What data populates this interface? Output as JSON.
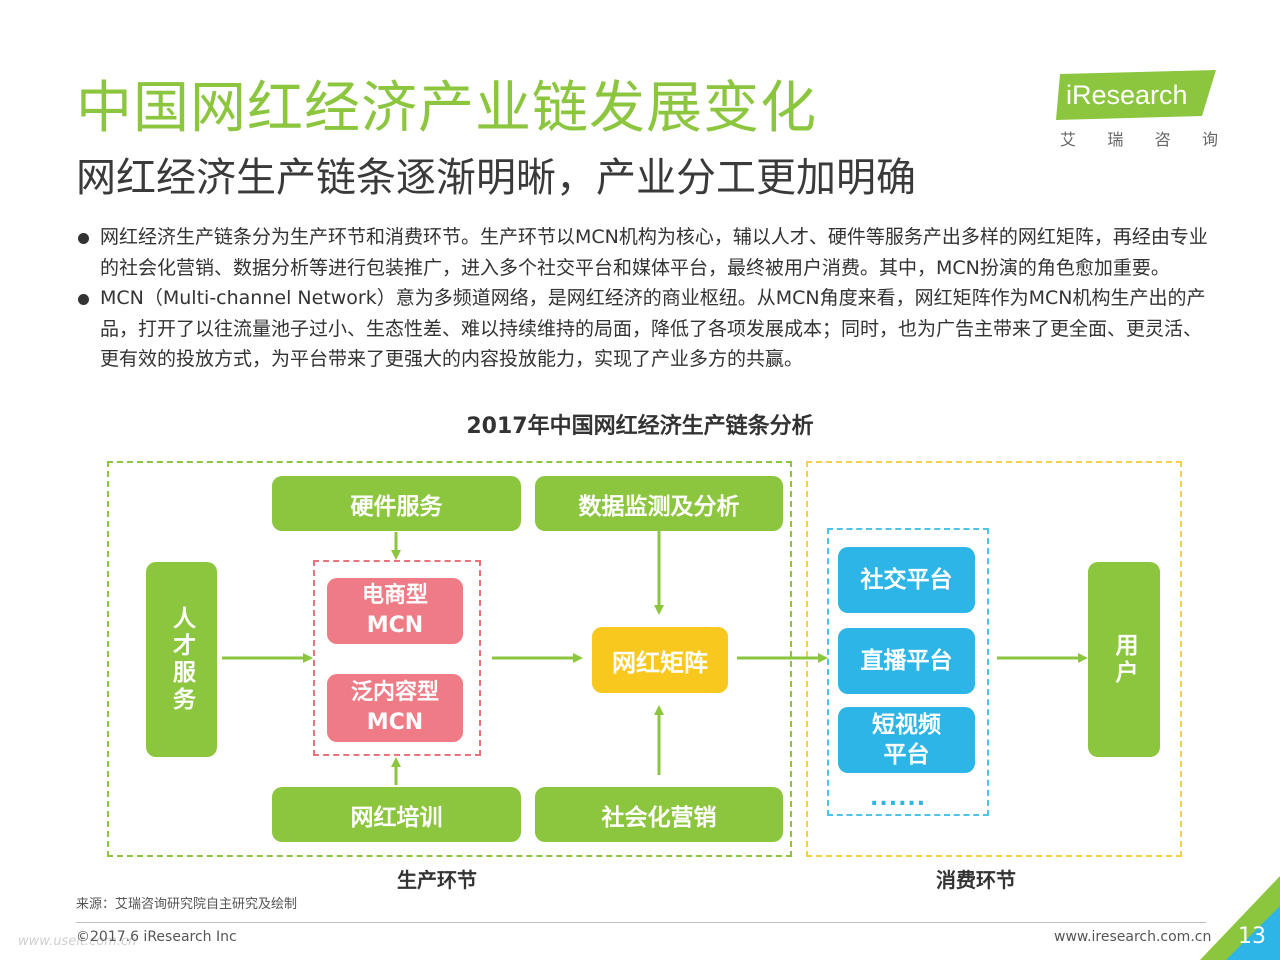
{
  "header": {
    "title": "中国网红经济产业链发展变化",
    "subtitle": "网红经济生产链条逐渐明晰，产业分工更加明确"
  },
  "logo": {
    "word": "iResearch",
    "chars": [
      "艾",
      "瑞",
      "咨",
      "询"
    ]
  },
  "bullets": [
    "网红经济生产链条分为生产环节和消费环节。生产环节以MCN机构为核心，辅以人才、硬件等服务产出多样的网红矩阵，再经由专业的社会化营销、数据分析等进行包装推广，进入多个社交平台和媒体平台，最终被用户消费。其中，MCN扮演的角色愈加重要。",
    "MCN（Multi-channel Network）意为多频道网络，是网红经济的商业枢纽。从MCN角度来看，网红矩阵作为MCN机构生产出的产品，打开了以往流量池子过小、生态性差、难以持续维持的局面，降低了各项发展成本；同时，也为广告主带来了更全面、更灵活、更有效的投放方式，为平台带来了更强大的内容投放能力，实现了产业多方的共赢。"
  ],
  "diagram": {
    "title": "2017年中国网红经济生产链条分析",
    "talent": "人才服务",
    "hardware": "硬件服务",
    "data_analysis": "数据监测及分析",
    "ecommerce_mcn": "电商型\nMCN",
    "content_mcn": "泛内容型\nMCN",
    "matrix": "网红矩阵",
    "training": "网红培训",
    "social_marketing": "社会化营销",
    "social_platform": "社交平台",
    "live_platform": "直播平台",
    "short_video_platform": "短视频\n平台",
    "more": "......",
    "user": "用户",
    "production_label": "生产环节",
    "consumption_label": "消费环节"
  },
  "footer": {
    "source": "来源：艾瑞咨询研究院自主研究及绘制",
    "copyright": "©2017.6 iResearch Inc",
    "website": "www.iresearch.com.cn",
    "page": "13",
    "watermark": "www.useit.com.cn"
  },
  "colors": {
    "green": "#8cc63f",
    "red": "#ee7b85",
    "yellow": "#f8c81f",
    "blue": "#2cb5e6"
  }
}
